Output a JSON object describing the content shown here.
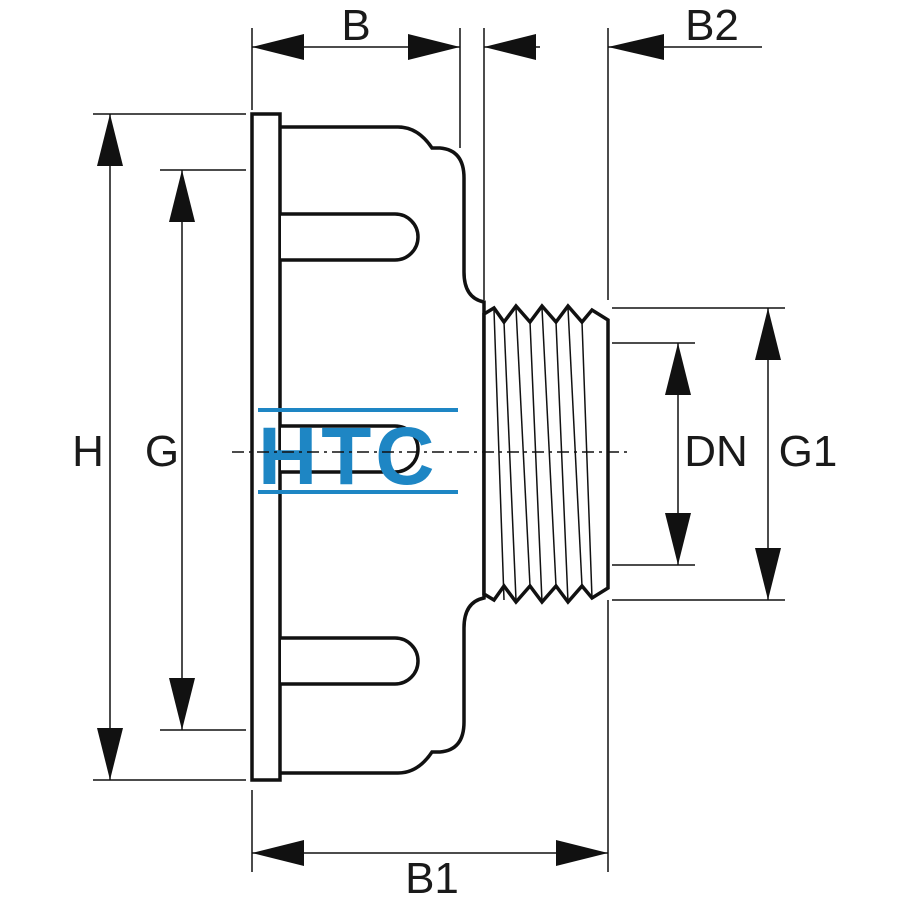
{
  "dimensions": {
    "overall_width": "B1",
    "nut_width": "B",
    "thread_length": "B2",
    "overall_height": "H",
    "face_diameter": "G",
    "nominal_diameter": "DN",
    "thread_diameter": "G1"
  },
  "logo": {
    "text": "HTC",
    "color": "#1e86c4"
  }
}
